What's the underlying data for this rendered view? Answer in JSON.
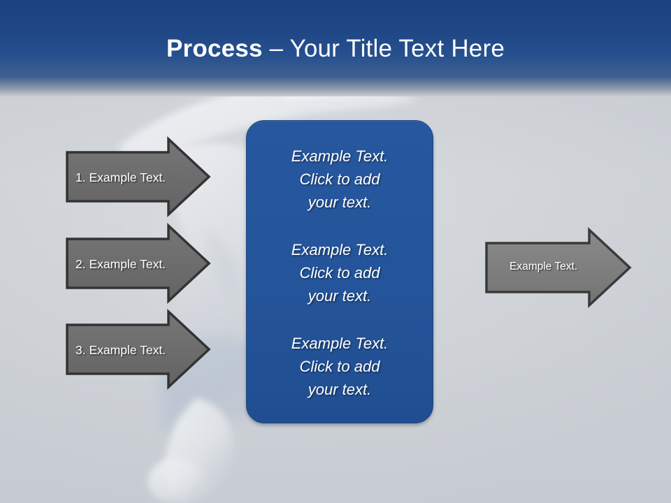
{
  "slide": {
    "background_color": "#ced2d7",
    "header_color": "#1f4583",
    "accent_color": "#27589f",
    "arrow_color": "#6e6e6e"
  },
  "header": {
    "title_bold": "Process",
    "title_rest": " – Your Title Text Here"
  },
  "input_arrows": [
    {
      "label": "1. Example Text."
    },
    {
      "label": "2. Example Text."
    },
    {
      "label": "3. Example Text."
    }
  ],
  "center_box": {
    "blocks": [
      "Example Text.\nClick  to add\nyour text.",
      "Example Text.\nClick  to add\nyour text.",
      "Example Text.\nClick  to add\nyour text."
    ]
  },
  "output_arrow": {
    "label": "Example Text."
  }
}
